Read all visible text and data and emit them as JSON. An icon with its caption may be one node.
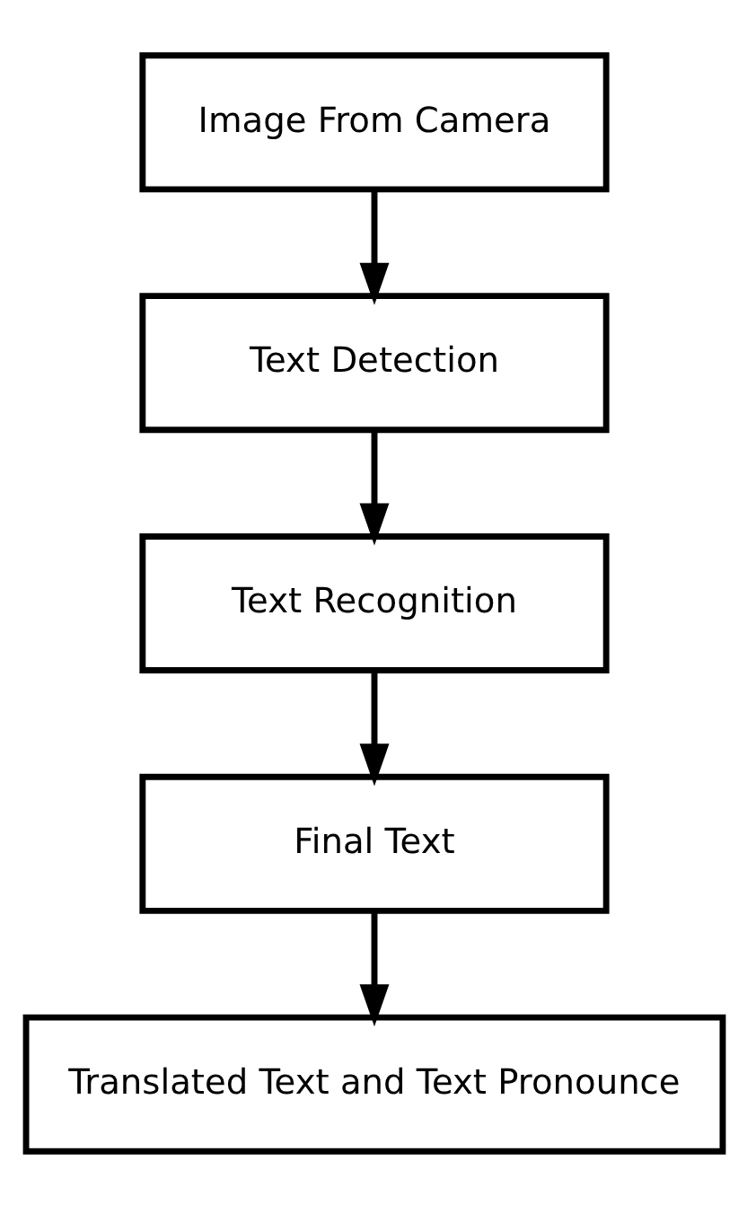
{
  "diagram": {
    "nodes": [
      {
        "text": [
          "Image From Camera"
        ]
      },
      {
        "text": [
          "Text Detection"
        ]
      },
      {
        "text": [
          "Text Recognition"
        ]
      },
      {
        "text": [
          "Final Text"
        ]
      },
      {
        "text": [
          "Translated Text and Text Pronounce"
        ]
      }
    ],
    "edges": [
      {
        "from": 0,
        "to": 1,
        "arrow": "to"
      },
      {
        "from": 1,
        "to": 2,
        "arrow": "to"
      },
      {
        "from": 2,
        "to": 3,
        "arrow": "to"
      },
      {
        "from": 3,
        "to": 4,
        "arrow": "to"
      }
    ]
  }
}
